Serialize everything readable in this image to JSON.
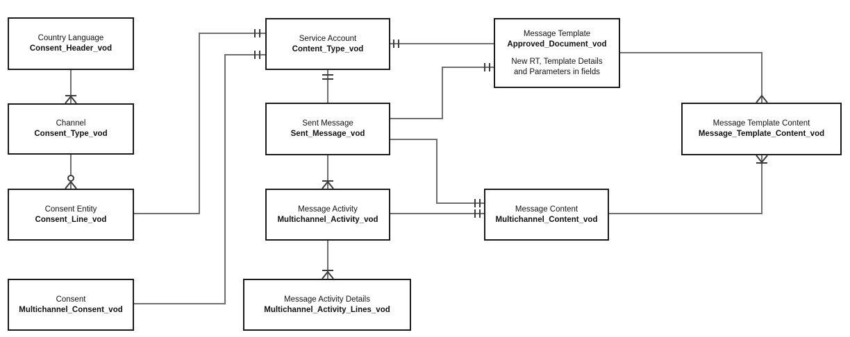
{
  "diagram": {
    "type": "entity-relationship-diagram",
    "background_color": "#ffffff",
    "box_border_color": "#1a1a1a",
    "connector_color": "#6e6e6e",
    "entities": [
      {
        "id": "country-language",
        "label": "Country Language",
        "api_name": "Consent_Header_vod"
      },
      {
        "id": "channel",
        "label": "Channel",
        "api_name": "Consent_Type_vod"
      },
      {
        "id": "consent-entity",
        "label": "Consent Entity",
        "api_name": "Consent_Line_vod"
      },
      {
        "id": "consent",
        "label": "Consent",
        "api_name": "Multichannel_Consent_vod"
      },
      {
        "id": "service-account",
        "label": "Service Account",
        "api_name": "Content_Type_vod"
      },
      {
        "id": "sent-message",
        "label": "Sent Message",
        "api_name": "Sent_Message_vod"
      },
      {
        "id": "message-activity",
        "label": "Message Activity",
        "api_name": "Multichannel_Activity_vod"
      },
      {
        "id": "message-activity-details",
        "label": "Message Activity Details",
        "api_name": "Multichannel_Activity_Lines_vod"
      },
      {
        "id": "message-template",
        "label": "Message Template",
        "api_name": "Approved_Document_vod",
        "note_line1": "New RT, Template Details",
        "note_line2": "and Parameters in fields"
      },
      {
        "id": "message-content",
        "label": "Message Content",
        "api_name": "Multichannel_Content_vod"
      },
      {
        "id": "message-template-content",
        "label": "Message Template Content",
        "api_name": "Message_Template_Content_vod"
      }
    ],
    "relationships": [
      {
        "from": "Consent_Header_vod",
        "to": "Consent_Type_vod",
        "marker_at_to": "bar + crow's foot (one-to-many)"
      },
      {
        "from": "Consent_Type_vod",
        "to": "Consent_Line_vod",
        "marker_at_to": "circle + crow's foot (zero-or-many)"
      },
      {
        "from": "Consent_Line_vod",
        "to": "Content_Type_vod",
        "marker_at_to": "double tick (exactly one)"
      },
      {
        "from": "Multichannel_Consent_vod",
        "to": "Content_Type_vod",
        "marker_at_to": "double tick (exactly one)"
      },
      {
        "from": "Content_Type_vod",
        "to": "Sent_Message_vod",
        "marker_at_from": "double tick (exactly one)"
      },
      {
        "from": "Content_Type_vod",
        "to": "Approved_Document_vod",
        "marker_at_from": "double tick (exactly one)"
      },
      {
        "from": "Sent_Message_vod",
        "to": "Approved_Document_vod",
        "marker_at_to": "double tick (exactly one)"
      },
      {
        "from": "Sent_Message_vod",
        "to": "Multichannel_Content_vod",
        "marker_at_to": "double tick (exactly one)"
      },
      {
        "from": "Sent_Message_vod",
        "to": "Multichannel_Activity_vod",
        "marker_at_to": "bar + crow's foot (one-to-many)"
      },
      {
        "from": "Multichannel_Activity_vod",
        "to": "Multichannel_Content_vod",
        "marker_at_to": "double tick (exactly one)"
      },
      {
        "from": "Multichannel_Activity_vod",
        "to": "Multichannel_Activity_Lines_vod",
        "marker_at_to": "bar + crow's foot (one-to-many)"
      },
      {
        "from": "Approved_Document_vod",
        "to": "Message_Template_Content_vod",
        "marker_at_to": "crow's foot (many)"
      },
      {
        "from": "Multichannel_Content_vod",
        "to": "Message_Template_Content_vod",
        "marker_at_to": "crow's foot + bar (one-to-many)"
      }
    ]
  }
}
